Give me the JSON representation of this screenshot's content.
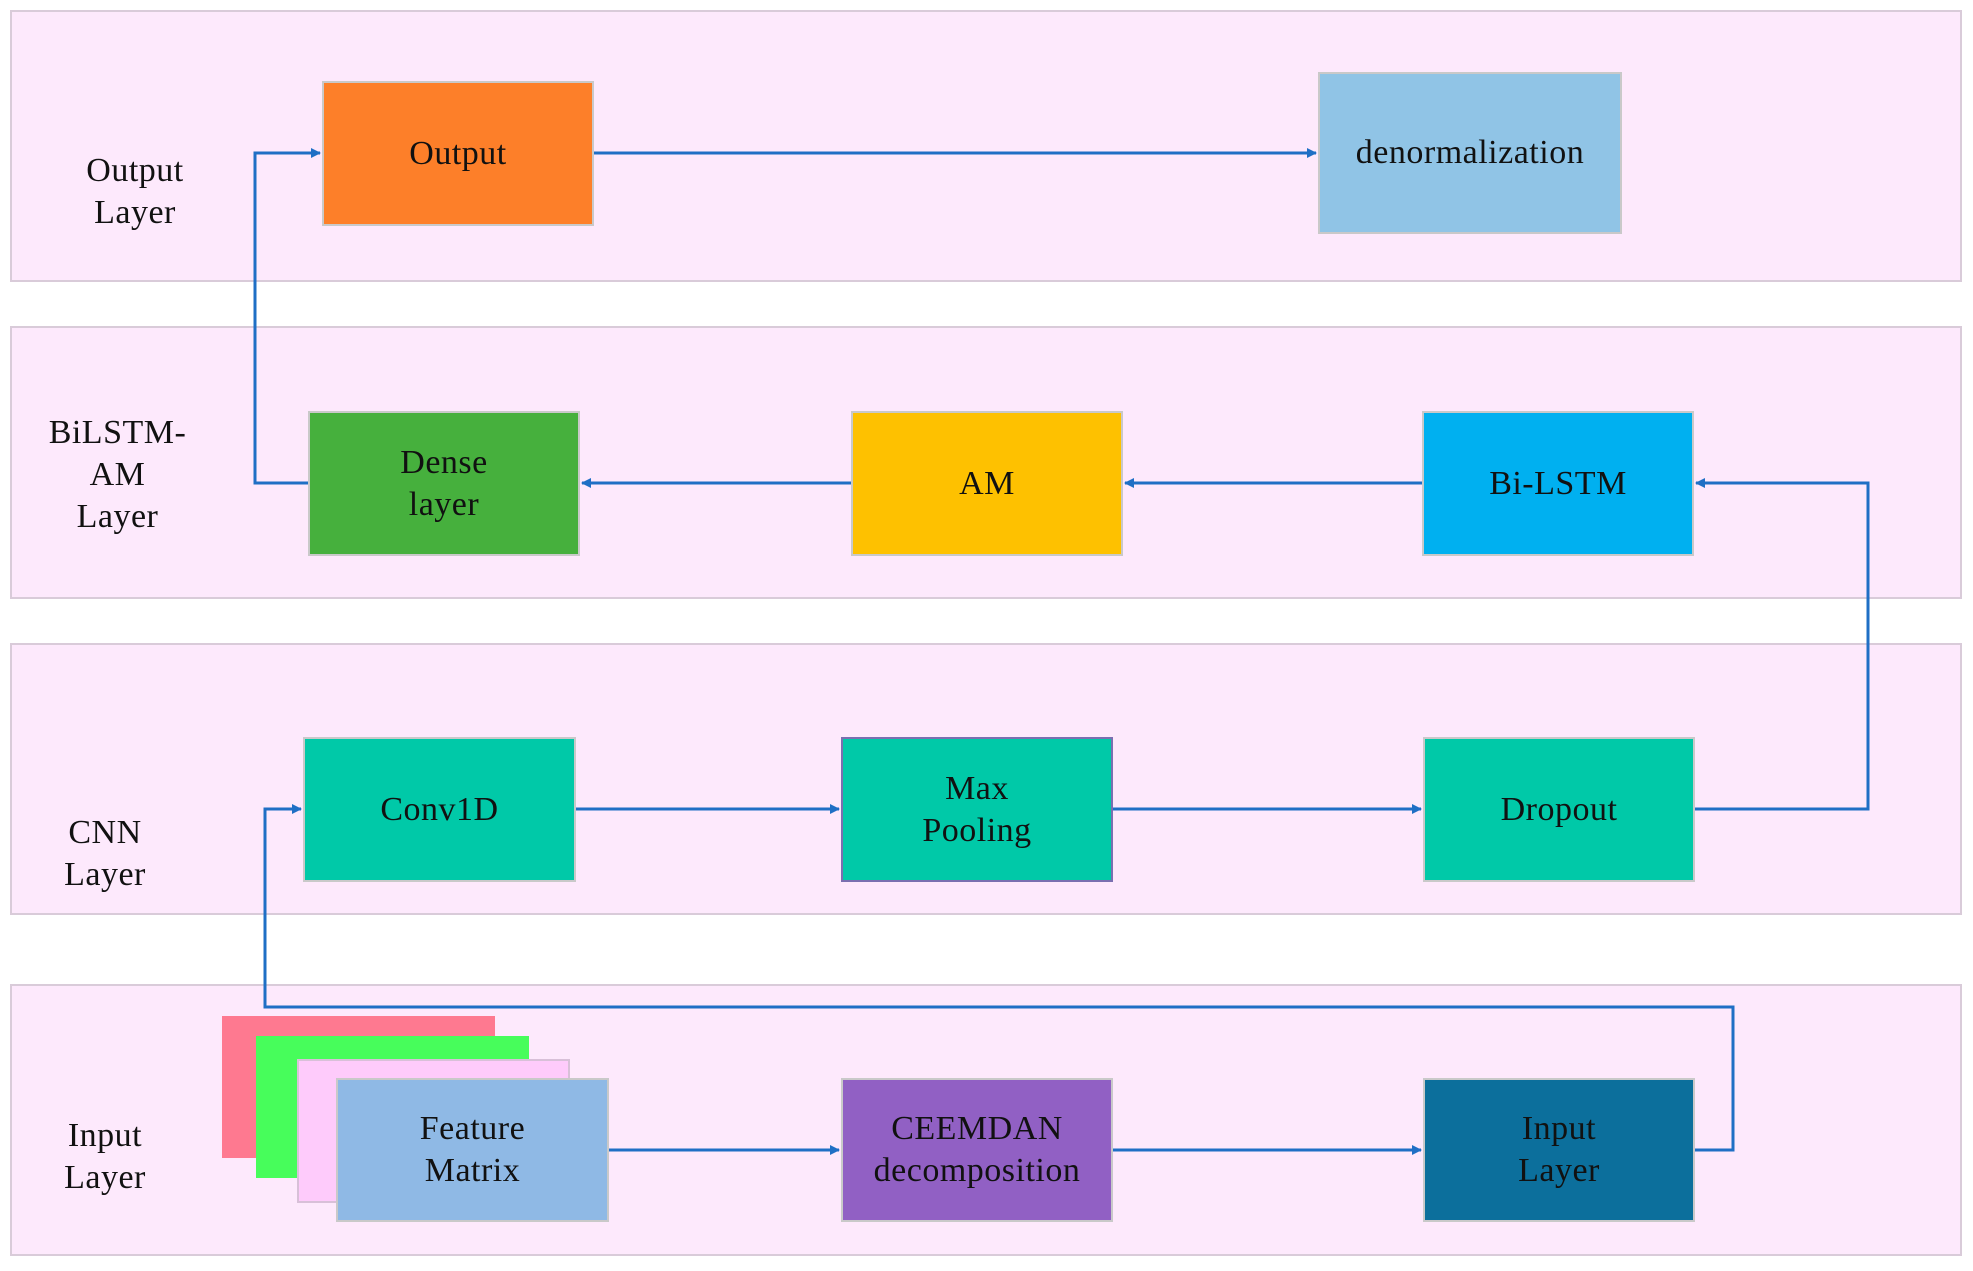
{
  "layers": {
    "output": [
      "Output",
      "Layer"
    ],
    "bilstm": [
      "BiLSTM-",
      "AM",
      "Layer"
    ],
    "cnn": [
      "CNN",
      "Layer"
    ],
    "input": [
      "Input",
      "Layer"
    ]
  },
  "boxes": {
    "output": {
      "lines": [
        "Output"
      ],
      "color": "#fd7f29"
    },
    "denormalization": {
      "lines": [
        "denormalization"
      ],
      "color": "#90c4e6"
    },
    "dense": {
      "lines": [
        "Dense",
        "layer"
      ],
      "color": "#46b03d"
    },
    "am": {
      "lines": [
        "AM"
      ],
      "color": "#fec100"
    },
    "bilstm": {
      "lines": [
        "Bi-LSTM"
      ],
      "color": "#00b0f0"
    },
    "conv1d": {
      "lines": [
        "Conv1D"
      ],
      "color": "#00c9a8"
    },
    "maxpooling": {
      "lines": [
        "Max",
        "Pooling"
      ],
      "color": "#00c9a8"
    },
    "dropout": {
      "lines": [
        "Dropout"
      ],
      "color": "#00c9a8"
    },
    "feature": {
      "lines": [
        "Feature",
        "Matrix"
      ],
      "color": "#8fb9e5"
    },
    "ceemdan": {
      "lines": [
        "CEEMDAN",
        "decomposition"
      ],
      "color": "#9160c4"
    },
    "inputlayer": {
      "lines": [
        "Input",
        "Layer"
      ],
      "color": "#0c6f9c"
    }
  },
  "stack_colors": [
    "#fe7990",
    "#47fd5b",
    "#fecbfb"
  ],
  "colors": {
    "band": "#fde9fc",
    "arrow": "#1f6fc5"
  }
}
